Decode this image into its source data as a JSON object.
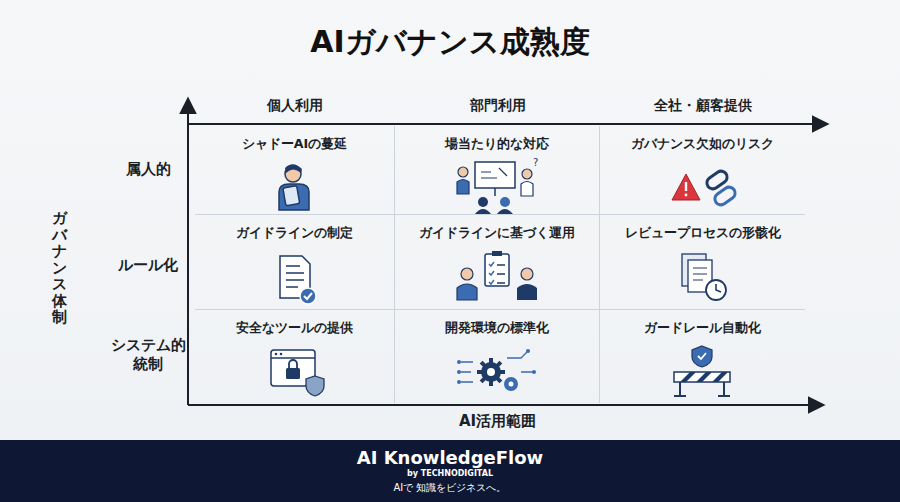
{
  "diagram": {
    "title": "AIガバナンス成熟度",
    "nodes": [
      {
        "text": [
          "シャドーAIの蔓延"
        ]
      },
      {
        "text": [
          "場当たり的な対応"
        ]
      },
      {
        "text": [
          "ガバナンス欠如のリスク"
        ]
      },
      {
        "text": [
          "ガイドラインの制定"
        ]
      },
      {
        "text": [
          "ガイドラインに基づく運用"
        ]
      },
      {
        "text": [
          "レビュープロセスの形骸化"
        ]
      },
      {
        "text": [
          "安全なツールの提供"
        ]
      },
      {
        "text": [
          "開発環境の標準化"
        ]
      },
      {
        "text": [
          "ガードレール自動化"
        ]
      },
      {
        "text": [
          "AI KnowledgeFlow",
          "by TECHNODIGITAL",
          "AIで 知識をビジネスへ。"
        ]
      }
    ],
    "labels": [
      "個人利用",
      "部門利用",
      "全社・顧客提供",
      "属人的",
      "ルール化",
      "システム的 統制",
      "ガバナンス体制",
      "AI活用範囲"
    ]
  }
}
